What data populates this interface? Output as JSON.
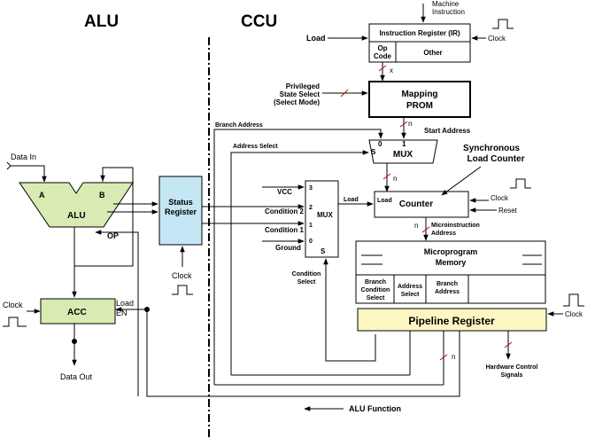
{
  "headings": {
    "alu": "ALU",
    "ccu": "CCU"
  },
  "colors": {
    "alu_fill": "#d8ebb3",
    "acc_fill": "#d8ebb3",
    "status_fill": "#c4e6f5",
    "pipeline_fill": "#fdf6c3",
    "line": "#000000",
    "marker": "#cc0000"
  },
  "alu": {
    "data_in": "Data In",
    "port_a": "A",
    "port_b": "B",
    "label": "ALU",
    "op": "OP",
    "clock": "Clock",
    "acc": "ACC",
    "load": "Load",
    "en": "EN",
    "data_out": "Data Out"
  },
  "status": {
    "line1": "Status",
    "line2": "Register",
    "clock": "Clock"
  },
  "ir": {
    "machine_line1": "Machine",
    "machine_line2": "Instruction",
    "title": "Instruction Register (IR)",
    "op_line1": "Op",
    "op_line2": "Code",
    "other": "Other",
    "load": "Load",
    "clock": "Clock",
    "bus": "x"
  },
  "mapping": {
    "line1": "Mapping",
    "line2": "PROM",
    "priv_line1": "Privileged",
    "priv_line2": "State Select",
    "priv_line3": "(Select Mode)",
    "bus": "n",
    "start_address": "Start Address"
  },
  "mux_top": {
    "label": "MUX",
    "in0": "0",
    "in1": "1",
    "sel": "S",
    "branch_address": "Branch Address",
    "address_select": "Address Select",
    "bus": "n"
  },
  "mux_cond": {
    "label": "MUX",
    "in3": "3",
    "in2": "2",
    "in1": "1",
    "in0": "0",
    "sel": "S",
    "vcc": "VCC",
    "cond2": "Condition 2",
    "cond1": "Condition 1",
    "ground": "Ground",
    "cond_select_line1": "Condition",
    "cond_select_line2": "Select",
    "load": "Load"
  },
  "counter": {
    "label": "Counter",
    "load": "Load",
    "clock": "Clock",
    "reset": "Reset",
    "sync_line1": "Synchronous",
    "sync_line2": "Load Counter",
    "bus": "n",
    "micro_line1": "Microinstruction",
    "micro_line2": "Address"
  },
  "memory": {
    "line1": "Microprogram",
    "line2": "Memory",
    "f1_line1": "Branch",
    "f1_line2": "Condition",
    "f1_line3": "Select",
    "f2_line1": "Address",
    "f2_line2": "Select",
    "f3_line1": "Branch",
    "f3_line2": "Address"
  },
  "pipeline": {
    "label": "Pipeline Register",
    "clock": "Clock",
    "bus": "n",
    "hw_line1": "Hardware Control",
    "hw_line2": "Signals"
  },
  "bottom": {
    "alu_function": "ALU Function"
  }
}
